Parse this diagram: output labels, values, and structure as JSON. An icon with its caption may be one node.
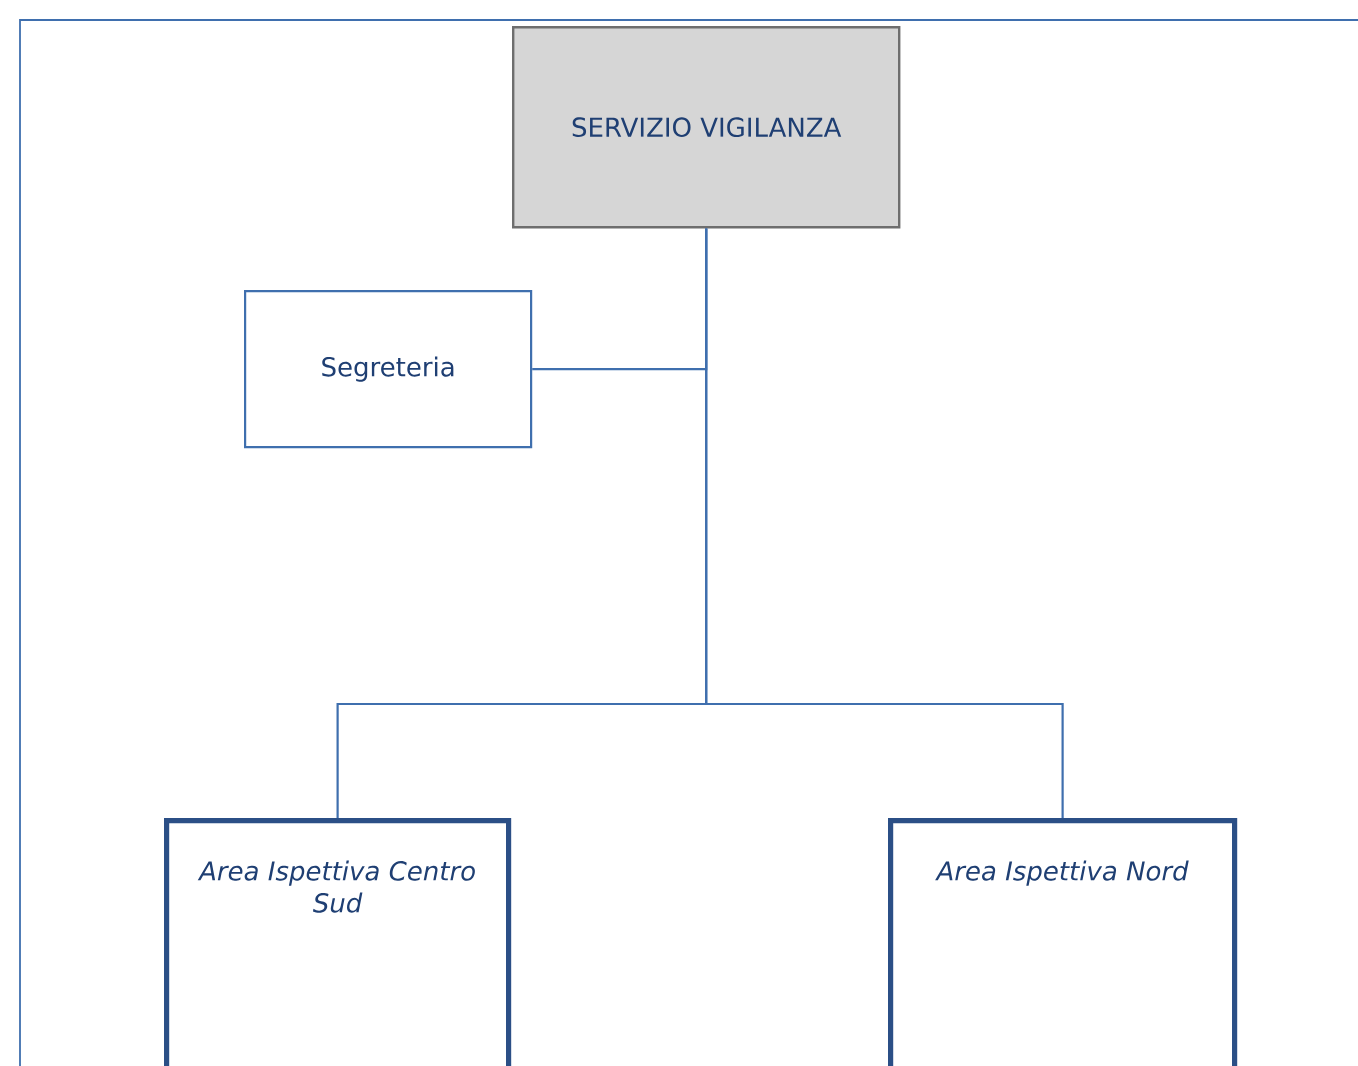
{
  "diagram": {
    "nodes": [
      {
        "text": [
          "SERVIZIO VIGILANZA"
        ]
      },
      {
        "text": [
          "Segreteria"
        ]
      },
      {
        "text": [
          "*Area Ispettiva Centro Sud*"
        ]
      },
      {
        "text": [
          "*Area Ispettiva Nord*"
        ]
      }
    ],
    "edges": [
      {
        "from": 0,
        "to": 1,
        "arrow": "none"
      },
      {
        "from": 0,
        "to": 2,
        "arrow": "none"
      },
      {
        "from": 0,
        "to": 3,
        "arrow": "none"
      }
    ]
  }
}
